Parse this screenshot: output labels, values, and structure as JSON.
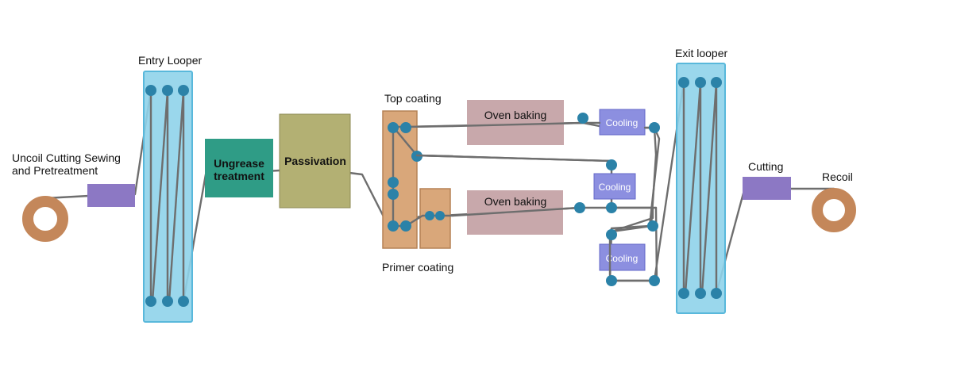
{
  "colors": {
    "looper_fill": "#8fd3ea",
    "looper_stroke": "#59b8db",
    "roller": "#2b82a8",
    "strip": "#6e6e6e",
    "coil": "#c4875a",
    "purple_box": "#8c78c4",
    "ungrease": "#2f9c86",
    "passivation": "#b3b073",
    "coater": "#d9a77a",
    "oven": "#c8a8ab",
    "cooling": "#8c8fe0"
  },
  "labels": {
    "uncoil_line1": "Uncoil Cutting Sewing",
    "uncoil_line2": "and Pretreatment",
    "entry_looper": "Entry Looper",
    "ungrease_line1": "Ungrease",
    "ungrease_line2": "treatment",
    "passivation": "Passivation",
    "top_coating": "Top coating",
    "primer_coating": "Primer coating",
    "oven_top": "Oven baking",
    "oven_bottom": "Oven baking",
    "cooling_1": "Cooling",
    "cooling_2": "Cooling",
    "cooling_3": "Cooling",
    "exit_looper": "Exit looper",
    "cutting": "Cutting",
    "recoil": "Recoil"
  },
  "icons": {
    "uncoil": "coil-icon",
    "recoil": "coil-icon"
  }
}
